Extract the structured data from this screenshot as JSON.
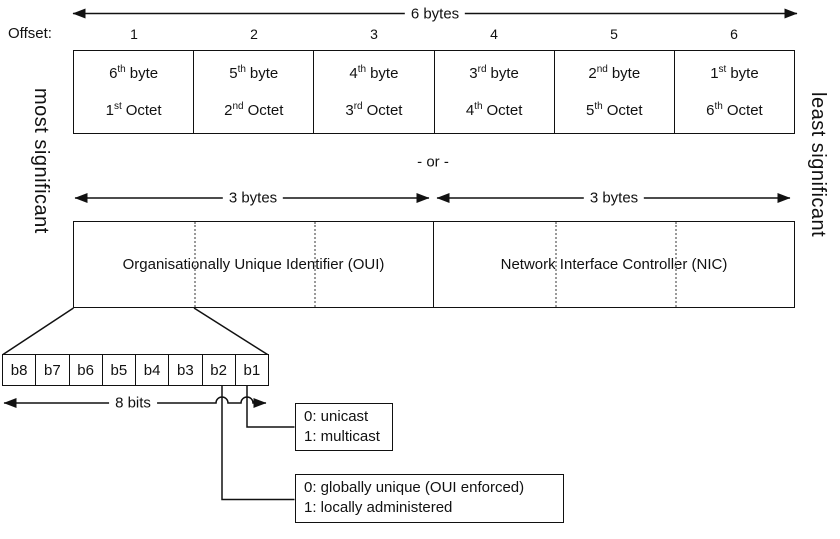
{
  "colors": {
    "line": "#111111",
    "dotted_divider": "#9a9a9a",
    "background": "#ffffff"
  },
  "top_arrow": {
    "label": "6 bytes"
  },
  "offset_row": {
    "label": "Offset:",
    "values": [
      "1",
      "2",
      "3",
      "4",
      "5",
      "6"
    ]
  },
  "byte_boxes": [
    {
      "byte_num": "6",
      "byte_suffix": "th",
      "byte_word": "byte",
      "octet_num": "1",
      "octet_suffix": "st",
      "octet_word": "Octet"
    },
    {
      "byte_num": "5",
      "byte_suffix": "th",
      "byte_word": "byte",
      "octet_num": "2",
      "octet_suffix": "nd",
      "octet_word": "Octet"
    },
    {
      "byte_num": "4",
      "byte_suffix": "th",
      "byte_word": "byte",
      "octet_num": "3",
      "octet_suffix": "rd",
      "octet_word": "Octet"
    },
    {
      "byte_num": "3",
      "byte_suffix": "rd",
      "byte_word": "byte",
      "octet_num": "4",
      "octet_suffix": "th",
      "octet_word": "Octet"
    },
    {
      "byte_num": "2",
      "byte_suffix": "nd",
      "byte_word": "byte",
      "octet_num": "5",
      "octet_suffix": "th",
      "octet_word": "Octet"
    },
    {
      "byte_num": "1",
      "byte_suffix": "st",
      "byte_word": "byte",
      "octet_num": "6",
      "octet_suffix": "th",
      "octet_word": "Octet"
    }
  ],
  "side_labels": {
    "left": "most significant",
    "right": "least significant"
  },
  "or_label": "- or -",
  "halves": {
    "left_arrow_label": "3 bytes",
    "right_arrow_label": "3 bytes",
    "oui_label": "Organisationally Unique Identifier (OUI)",
    "nic_label": "Network Interface Controller (NIC)"
  },
  "bit_row": {
    "bits": [
      "b8",
      "b7",
      "b6",
      "b5",
      "b4",
      "b3",
      "b2",
      "b1"
    ],
    "arrow_label": "8 bits"
  },
  "legend_boxes": {
    "unicast": {
      "line1": "0: unicast",
      "line2": "1: multicast"
    },
    "admin": {
      "line1": "0: globally unique (OUI enforced)",
      "line2": "1: locally administered"
    }
  }
}
